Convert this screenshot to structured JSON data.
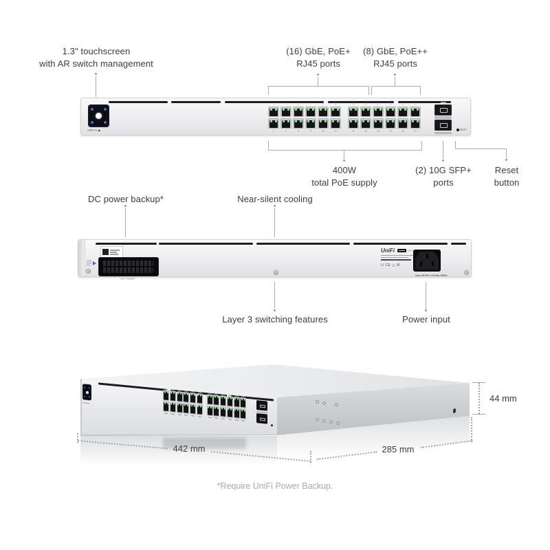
{
  "annotations": {
    "touchscreen": [
      "1.3\" touchscreen",
      "with AR switch management"
    ],
    "gbe16": [
      "(16) GbE, PoE+",
      "RJ45 ports"
    ],
    "gbe8": [
      "(8) GbE, PoE++",
      "RJ45 ports"
    ],
    "poe_supply": [
      "400W",
      "total PoE supply"
    ],
    "sfp": [
      "(2) 10G SFP+",
      "ports"
    ],
    "reset": [
      "Reset",
      "button"
    ],
    "dc_backup": "DC power backup*",
    "cooling": "Near-silent cooling",
    "layer3": "Layer 3 switching features",
    "power_input": "Power input"
  },
  "dimensions": {
    "width": "442 mm",
    "depth": "285 mm",
    "height": "44 mm"
  },
  "footnote": "*Require UniFi Power Backup.",
  "front_panel": {
    "screen_label": "USW Pro",
    "reset_label": "RESET",
    "port_labels_top": [
      "1",
      "3",
      "5",
      "7",
      "9",
      "11",
      "13",
      "15",
      "17",
      "19",
      "21",
      "23"
    ],
    "port_labels_bottom": [
      "2",
      "4",
      "6",
      "8",
      "10",
      "12",
      "14",
      "16",
      "18",
      "20",
      "22",
      "24"
    ]
  },
  "back_panel": {
    "usp_connect_label": "USP CONNECT",
    "brand": "UniFi",
    "model": "USW Pro 24 PoE",
    "power_text": "Input: 100-240V ~ 6.3A Max, 50/60Hz",
    "cert_marks": [
      "U",
      "CE",
      "△",
      "☒"
    ]
  },
  "colors": {
    "led_green": "#7de87a",
    "accent_blue": "#2f72d9",
    "leader_gray": "#ababab",
    "chassis_light": "#f2f3f4",
    "dark": "#17171a"
  }
}
